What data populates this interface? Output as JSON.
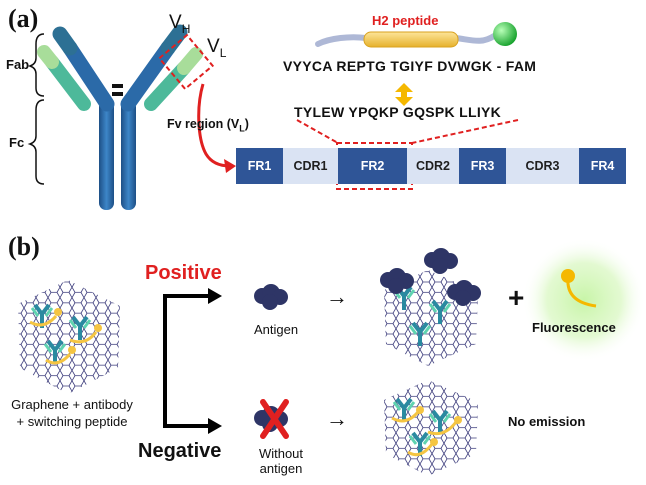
{
  "panel_a": {
    "label": "(a)",
    "heavy_chain_label": "V",
    "heavy_chain_sub": "H",
    "light_chain_label": "V",
    "light_chain_sub": "L",
    "fab_label": "Fab",
    "fc_label": "Fc",
    "fv_label": "Fv region (V",
    "fv_sub": "L",
    "fv_close": ")",
    "peptide_title": "H2 peptide",
    "peptide_sequence": "VYYCA REPTG TGIYF DVWGK - FAM",
    "target_sequence": "TYLEW YPQKP GQSPK LLIYK",
    "regions": [
      {
        "label": "FR1",
        "style": "dark"
      },
      {
        "label": "CDR1",
        "style": "light"
      },
      {
        "label": "FR2",
        "style": "dark"
      },
      {
        "label": "CDR2",
        "style": "light"
      },
      {
        "label": "FR3",
        "style": "dark"
      },
      {
        "label": "CDR3",
        "style": "light"
      },
      {
        "label": "FR4",
        "style": "dark"
      }
    ]
  },
  "panel_b": {
    "label": "(b)",
    "sensor_line1": "Graphene + antibody",
    "sensor_line2": "+ switching peptide",
    "positive": "Positive",
    "negative": "Negative",
    "antigen": "Antigen",
    "without_line1": "Without",
    "without_line2": "antigen",
    "plus": "+",
    "fluorescence": "Fluorescence",
    "no_emission": "No emission",
    "arrow_glyph": "→"
  },
  "colors": {
    "antibody_blue": "#2b6aa8",
    "fab_light": "#5fd3b0",
    "highlight_red": "#e02020",
    "peptide_yellow": "#f5c542",
    "fam_green": "#2ecc40",
    "region_dark": "#2f5597",
    "region_light": "#dae3f3",
    "glow_green": "#b8f09a"
  }
}
